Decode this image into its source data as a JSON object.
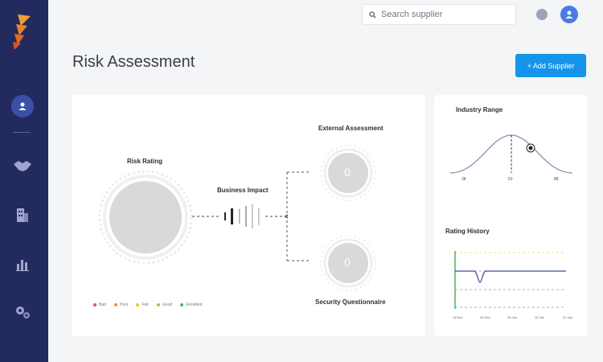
{
  "header": {
    "search_placeholder": "Search supplier",
    "add_button": "+ Add Supplier"
  },
  "page": {
    "title": "Risk Assessment"
  },
  "risk_panel": {
    "risk_rating_label": "Risk Rating",
    "business_impact_label": "Business Impact",
    "external_label": "External Assessment",
    "external_value": "0",
    "security_label": "Security Questionnaire",
    "security_value": "0",
    "legend": [
      {
        "label": "Bad",
        "color": "#e74c5e"
      },
      {
        "label": "Poor",
        "color": "#f08c3a"
      },
      {
        "label": "Fair",
        "color": "#f2c338"
      },
      {
        "label": "Good",
        "color": "#a4c25a"
      },
      {
        "label": "Excellent",
        "color": "#49b657"
      }
    ]
  },
  "industry_range": {
    "title": "Industry Range",
    "ticks": [
      "38",
      "63",
      "88"
    ]
  },
  "rating_history": {
    "title": "Rating History",
    "x_ticks": [
      "15 Dec",
      "30 Dec",
      "05 Jan",
      "15 Jan",
      "20 Jan"
    ]
  },
  "colors": {
    "sidebar": "#232a5e",
    "accent": "#1594ea",
    "line": "#3a4a9a"
  }
}
